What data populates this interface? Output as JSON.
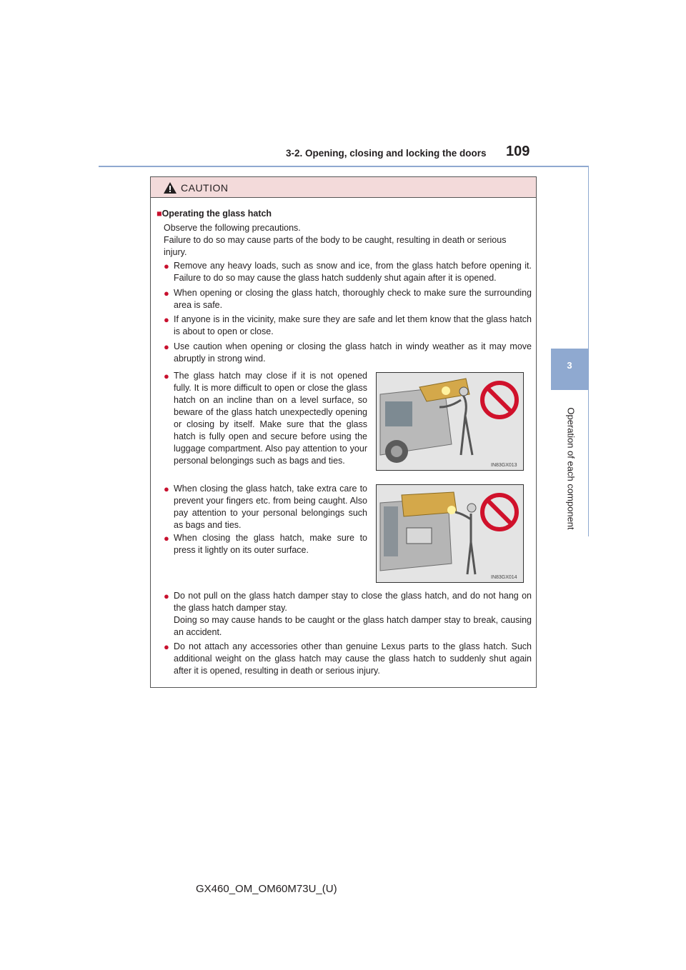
{
  "header": {
    "section_title": "3-2. Opening, closing and locking the doors",
    "page_number": "109"
  },
  "side_tab": {
    "chapter_number": "3",
    "chapter_label": "Operation of each component"
  },
  "caution": {
    "label": "CAUTION",
    "heading": "Operating the glass hatch",
    "intro": [
      "Observe the following precautions.",
      "Failure to do so may cause parts of the body to be caught, resulting in death or serious injury."
    ],
    "bullets": [
      "Remove any heavy loads, such as snow and ice, from the glass hatch before opening it. Failure to do so may cause the glass hatch suddenly shut again after it is opened.",
      "When opening or closing the glass hatch, thoroughly check to make sure the surrounding area is safe.",
      "If anyone is in the vicinity, make sure they are safe and let them know that the glass hatch is about to open or close.",
      "Use caution when opening or closing the glass hatch in windy weather as it may move abruptly in strong wind.",
      "The glass hatch may close if it is not opened fully. It is more difficult to open or close the glass hatch on an incline than on a level surface, so beware of the glass hatch unexpectedly opening or closing by itself. Make sure that the glass hatch is fully open and secure before using the luggage compartment. Also pay attention to your personal belongings such as bags and ties.",
      "When closing the glass hatch, take extra care to prevent your fingers etc. from being caught. Also pay attention to your personal belongings such as bags and ties.",
      "When closing the glass hatch, make sure to press it lightly on its outer surface.",
      "Do not pull on the glass hatch damper stay to close the glass hatch, and do not hang on the glass hatch damper stay.",
      "Doing so may cause hands to be caught or the glass hatch damper stay to break, causing an accident.",
      "Do not attach any accessories other than genuine Lexus parts to the glass hatch. Such additional weight on the glass hatch may cause the glass hatch to suddenly shut again after it is opened, resulting in death or serious injury."
    ],
    "figures": [
      {
        "code": "IN83GX013"
      },
      {
        "code": "IN83GX014"
      }
    ]
  },
  "footer": {
    "doc_code": "GX460_OM_OM60M73U_(U)"
  },
  "colors": {
    "accent": "#8fa9d0",
    "bullet": "#c8102e",
    "caution_bg": "#f3dada"
  }
}
